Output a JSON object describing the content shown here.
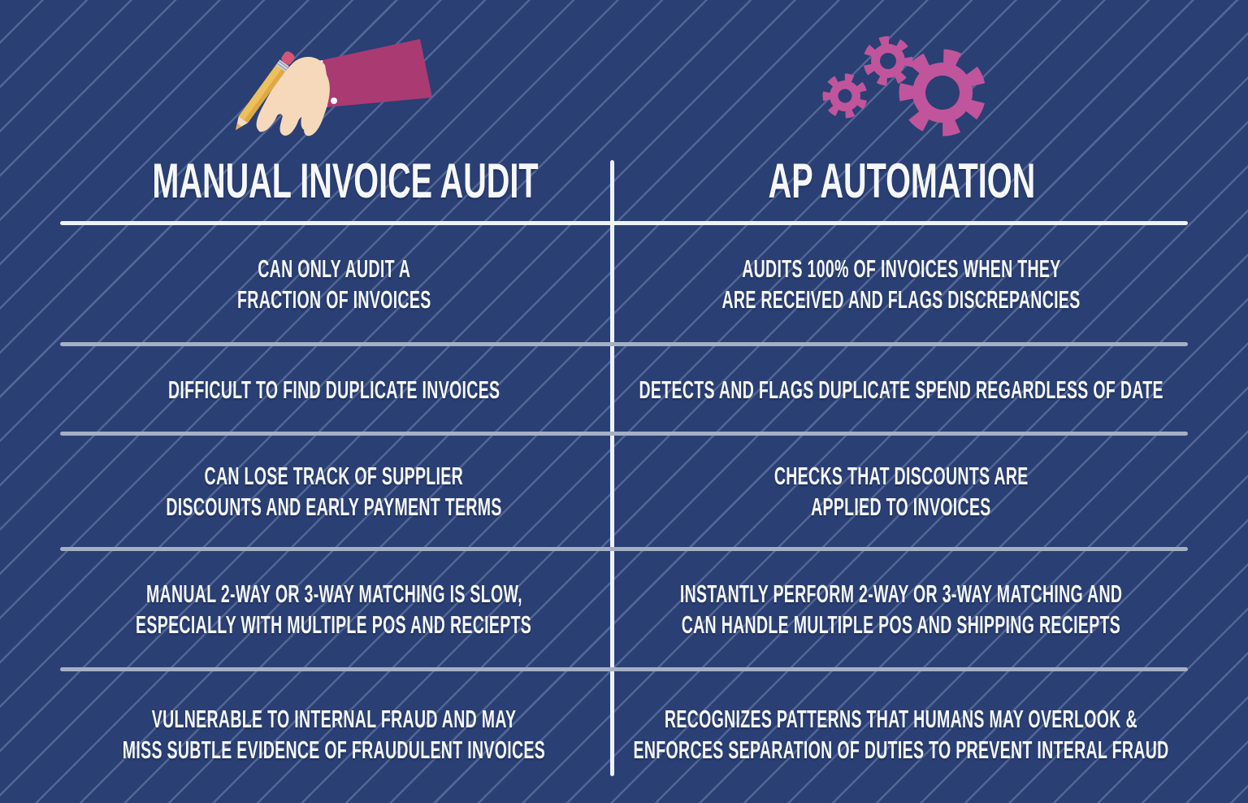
{
  "infographic": {
    "left": {
      "title": "MANUAL INVOICE AUDIT",
      "icon": "hand-writing-pencil-icon",
      "rows": [
        {
          "lines": [
            "CAN ONLY AUDIT A",
            "FRACTION OF INVOICES"
          ]
        },
        {
          "lines": [
            "DIFFICULT TO FIND DUPLICATE INVOICES"
          ]
        },
        {
          "lines": [
            "CAN LOSE TRACK OF SUPPLIER",
            "DISCOUNTS AND EARLY PAYMENT TERMS"
          ]
        },
        {
          "lines": [
            "MANUAL 2-WAY OR 3-WAY MATCHING IS SLOW,",
            "ESPECIALLY WITH MULTIPLE POS AND RECIEPTS"
          ]
        },
        {
          "lines": [
            "VULNERABLE TO INTERNAL FRAUD AND MAY",
            "MISS SUBTLE EVIDENCE OF FRAUDULENT INVOICES"
          ]
        }
      ]
    },
    "right": {
      "title": "AP AUTOMATION",
      "icon": "gears-icon",
      "rows": [
        {
          "lines": [
            "AUDITS 100% OF INVOICES WHEN THEY",
            "ARE RECEIVED AND FLAGS DISCREPANCIES"
          ]
        },
        {
          "lines": [
            "DETECTS AND FLAGS DUPLICATE SPEND REGARDLESS OF DATE"
          ]
        },
        {
          "lines": [
            "CHECKS THAT DISCOUNTS ARE",
            "APPLIED TO INVOICES"
          ]
        },
        {
          "lines": [
            "INSTANTLY PERFORM 2-WAY OR 3-WAY MATCHING AND",
            "CAN HANDLE MULTIPLE POS AND SHIPPING RECIEPTS"
          ]
        },
        {
          "lines": [
            "RECOGNIZES PATTERNS THAT HUMANS MAY OVERLOOK &",
            "ENFORCES SEPARATION OF DUTIES TO PREVENT INTERAL FRAUD"
          ]
        }
      ]
    },
    "colors": {
      "background": "#2a3f74",
      "stripe": "#5a6f9e",
      "divider_bright": "#eef1f7",
      "divider_muted": "#a6b0c3",
      "accent_pink": "#c0559b",
      "sleeve": "#a93b72",
      "skin": "#f6d9ba",
      "pencil_yellow": "#ecc05c",
      "eraser_pink": "#d15677",
      "text": "#f5f7fb"
    }
  }
}
